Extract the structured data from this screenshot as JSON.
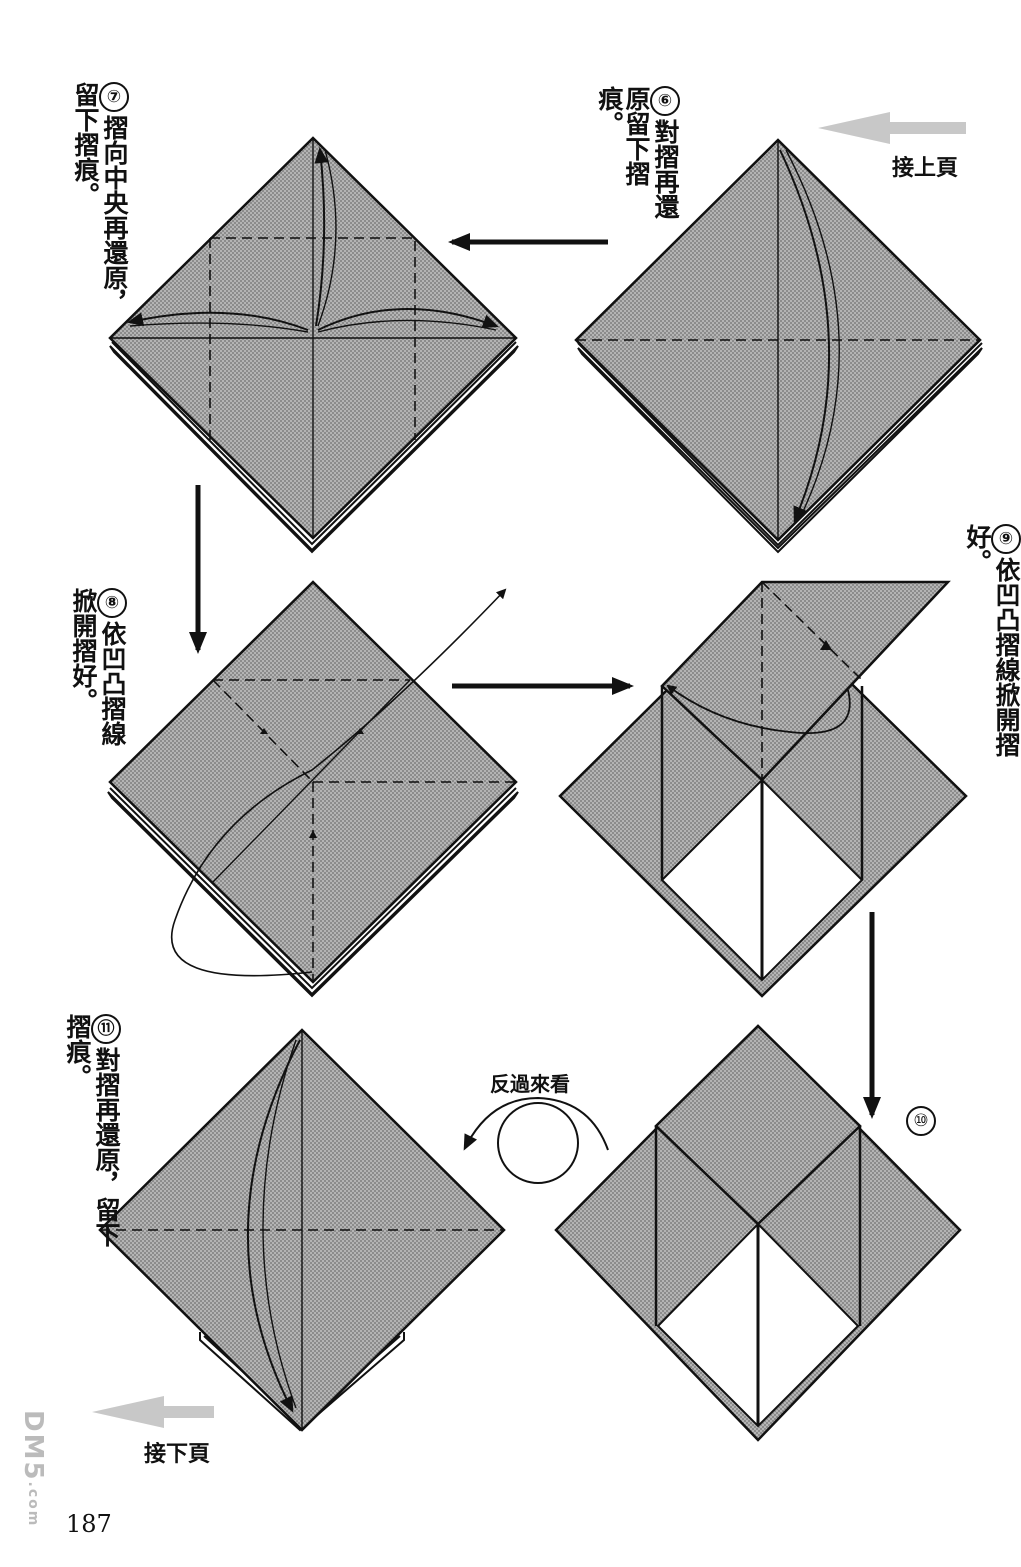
{
  "steps": [
    {
      "number": "⑥",
      "text": "對摺再還原留下摺痕。"
    },
    {
      "number": "⑦",
      "text": "摺向中央再還原，留下摺痕。"
    },
    {
      "number": "⑧",
      "text": "依凹凸摺線掀開摺好。"
    },
    {
      "number": "⑨",
      "text": "依凹凸摺線掀開摺好。"
    },
    {
      "number": "⑩"
    },
    {
      "number": "⑪",
      "text": "對摺再還原，留下摺痕。"
    }
  ],
  "labels": {
    "continue_from_previous": "接上頁",
    "continue_to_next": "接下頁",
    "turn_over": "反過來看"
  },
  "page_number": "187",
  "watermark": {
    "main": "DM5",
    "sub": ".com"
  },
  "colors": {
    "paper_fill": "#a9a9a9",
    "line": "#111111",
    "hint_arrow": "#c8c8c8"
  }
}
